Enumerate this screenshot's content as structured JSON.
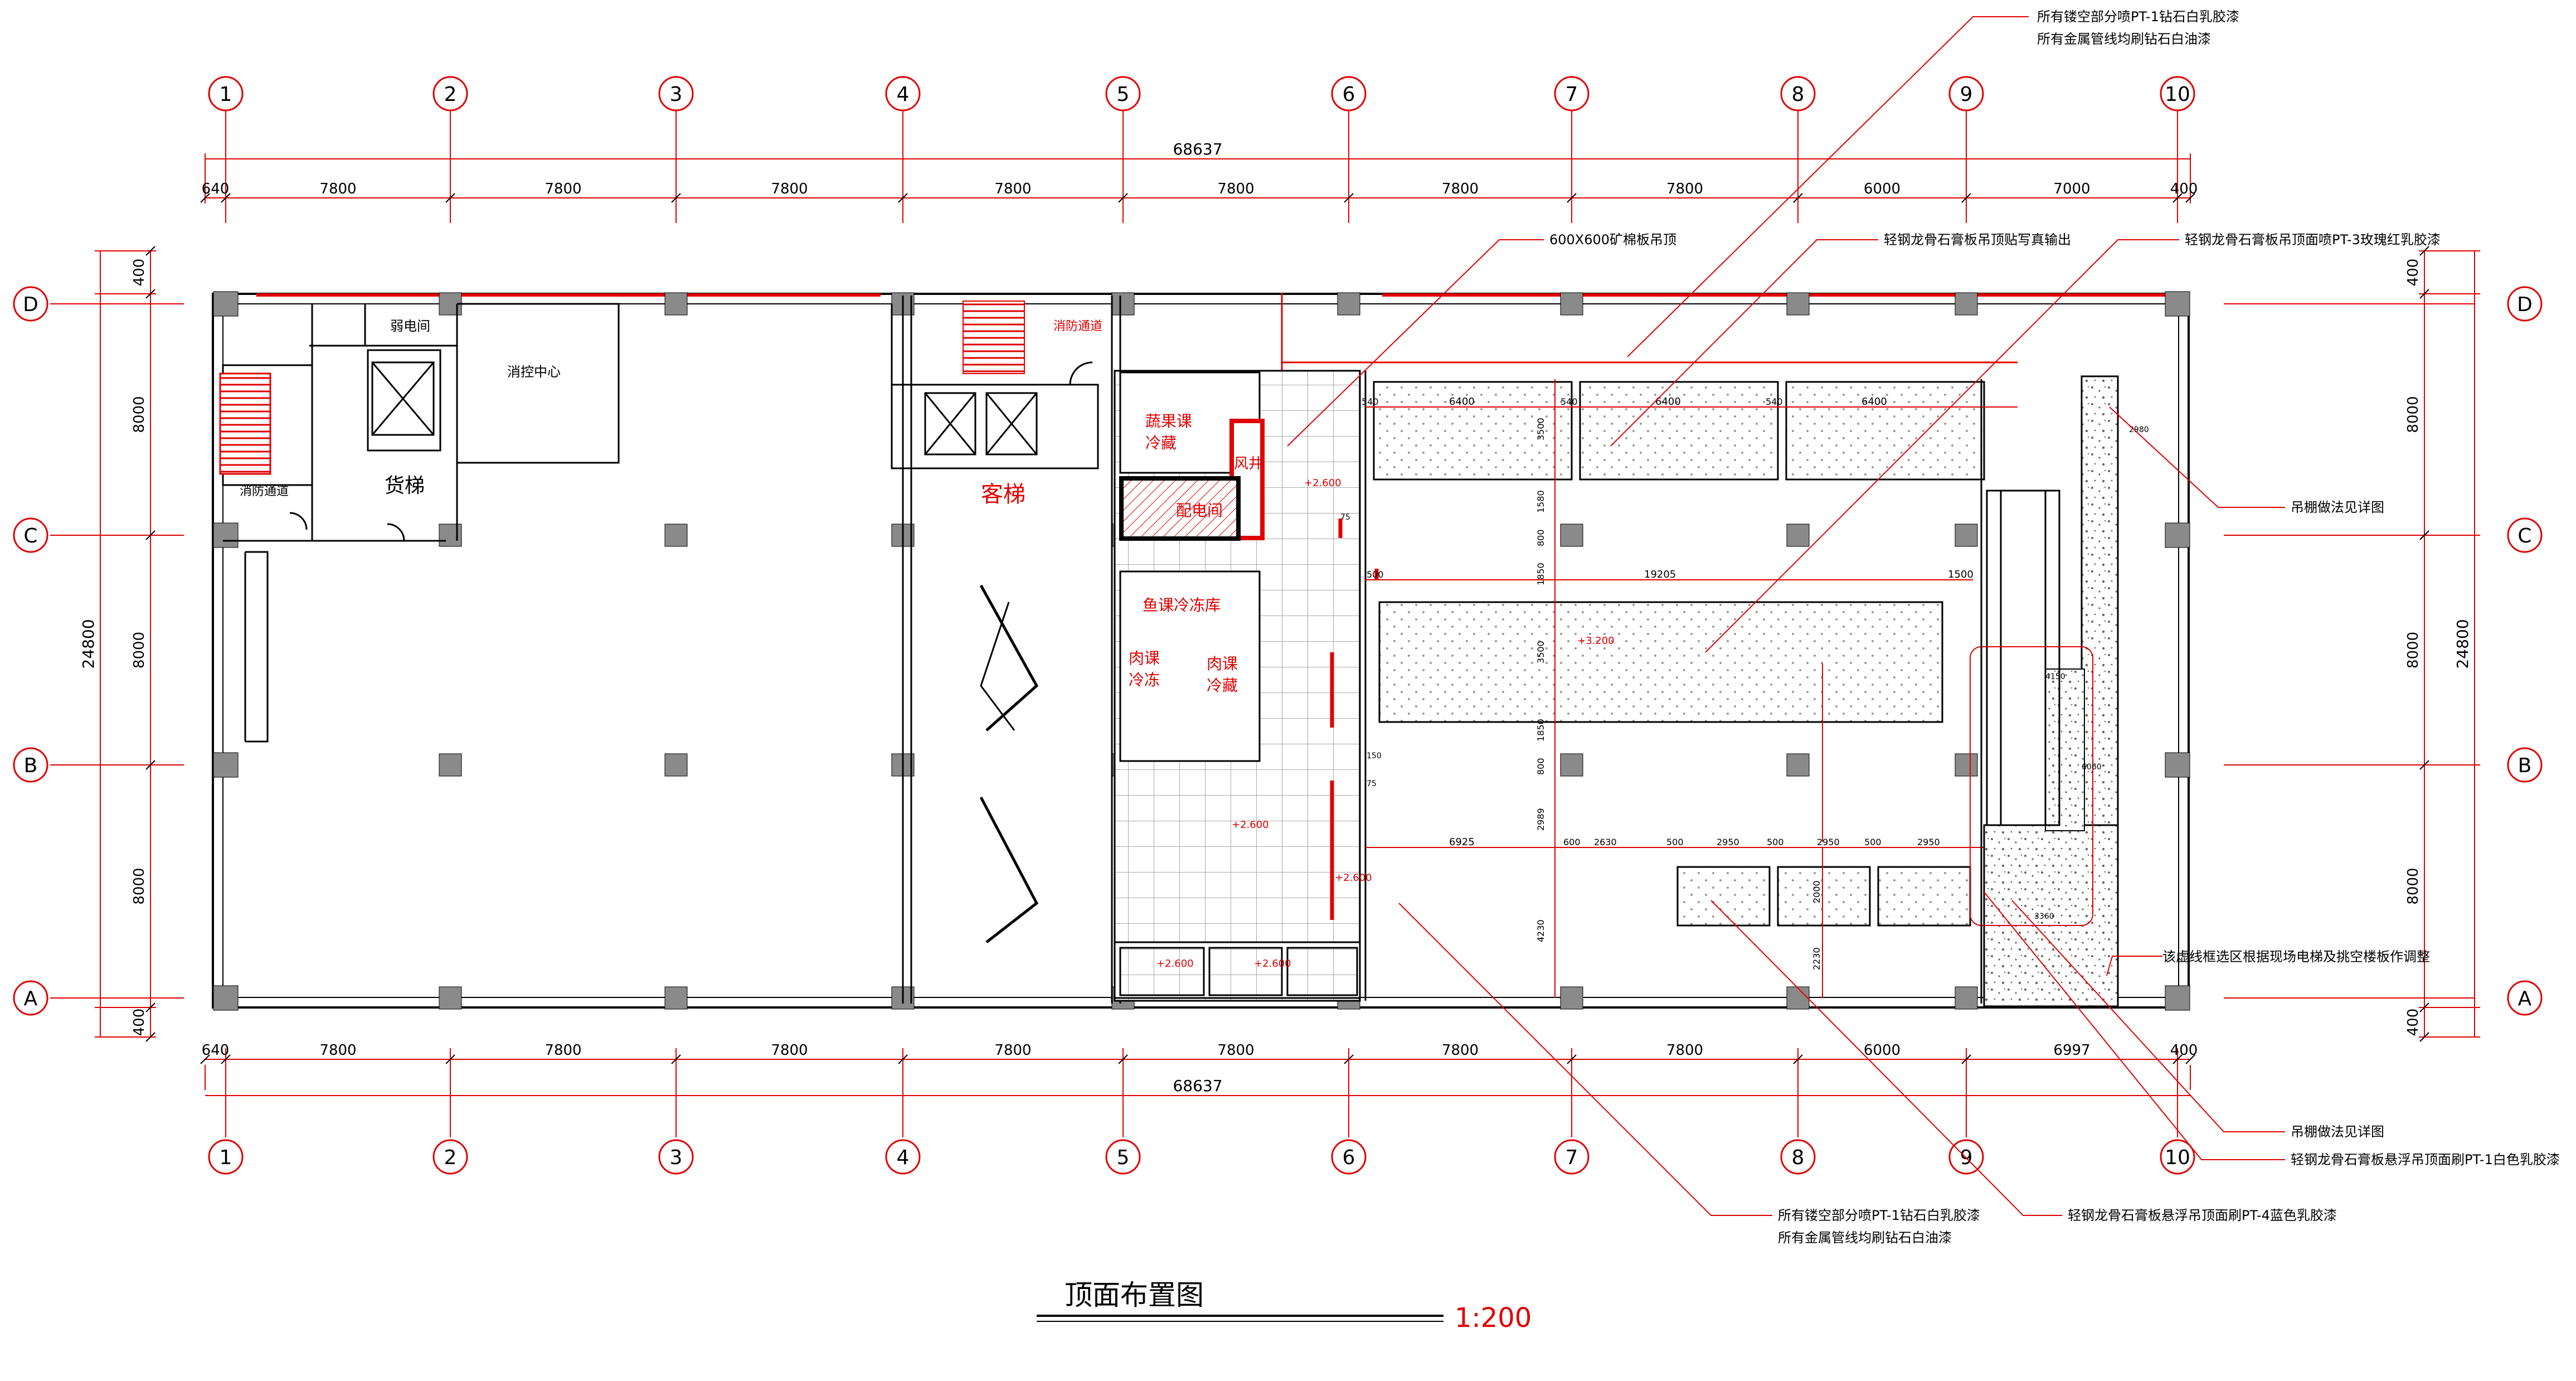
{
  "drawing": {
    "title": "顶面布置图",
    "scale": "1:200"
  },
  "axes": {
    "columns": [
      "1",
      "2",
      "3",
      "4",
      "5",
      "6",
      "7",
      "8",
      "9",
      "10"
    ],
    "rows": [
      "D",
      "C",
      "B",
      "A"
    ]
  },
  "dimensions": {
    "top_total": "68637",
    "top_spans": [
      "640",
      "7800",
      "7800",
      "7800",
      "7800",
      "7800",
      "7800",
      "7800",
      "6000",
      "7000",
      "400"
    ],
    "bottom_total": "68637",
    "bottom_spans": [
      "640",
      "7800",
      "7800",
      "7800",
      "7800",
      "7800",
      "7800",
      "7800",
      "6000",
      "6997",
      "400"
    ],
    "left_total": "24800",
    "left_spans": [
      "400",
      "8000",
      "8000",
      "8000",
      "400"
    ],
    "right_total": "24800",
    "right_spans": [
      "400",
      "8000",
      "8000",
      "8000",
      "400"
    ]
  },
  "rooms": {
    "weak_current": "弱电间",
    "fire_control": "消控中心",
    "fire_passage_left": "消防通道",
    "freight_elevator": "货梯",
    "fire_passage_top": "消防通道",
    "passenger_elevator": "客梯",
    "veg_cold": "蔬果课\n冷藏",
    "air_shaft": "风井",
    "distribution_room": "配电间",
    "fish_freezer": "鱼课冷冻库",
    "meat_frozen": "肉课\n冷冻",
    "meat_cold": "肉课\n冷藏"
  },
  "elevations": [
    "+2.600",
    "+2.600",
    "+2.600",
    "+2.600",
    "+3.200",
    "+2.600"
  ],
  "inner_dims": {
    "top_panels": [
      "6400",
      "6400",
      "6400",
      "540",
      "540",
      "540"
    ],
    "mid_panel": [
      "19205",
      "1500",
      "500"
    ],
    "lower": [
      "6925",
      "600",
      "2630",
      "500",
      "2950",
      "500",
      "2950",
      "500",
      "2950"
    ],
    "vertical": [
      "3500",
      "1580",
      "800",
      "1850",
      "3500",
      "1850",
      "800",
      "2989",
      "4230",
      "2000",
      "2230"
    ],
    "misc": [
      "75",
      "150",
      "75",
      "2980",
      "4150",
      "6060",
      "3360"
    ]
  },
  "annotations": [
    "所有镂空部分喷PT-1钻石白乳胶漆",
    "所有金属管线均刷钻石白油漆",
    "600X600矿棉板吊顶",
    "轻钢龙骨石膏板吊顶贴写真输出",
    "轻钢龙骨石膏板吊顶面喷PT-3玫瑰红乳胶漆",
    "吊棚做法见详图",
    "该虚线框选区根据现场电梯及挑空楼板作调整",
    "吊棚做法见详图",
    "轻钢龙骨石膏板悬浮吊顶面刷PT-1白色乳胶漆",
    "所有镂空部分喷PT-1钻石白乳胶漆",
    "所有金属管线均刷钻石白油漆",
    "轻钢龙骨石膏板悬浮吊顶面刷PT-4蓝色乳胶漆"
  ],
  "colors": {
    "line": "#000000",
    "red": "#e00000",
    "grid_fill": "#c8c8c8",
    "column_fill": "#8a8a8a"
  }
}
